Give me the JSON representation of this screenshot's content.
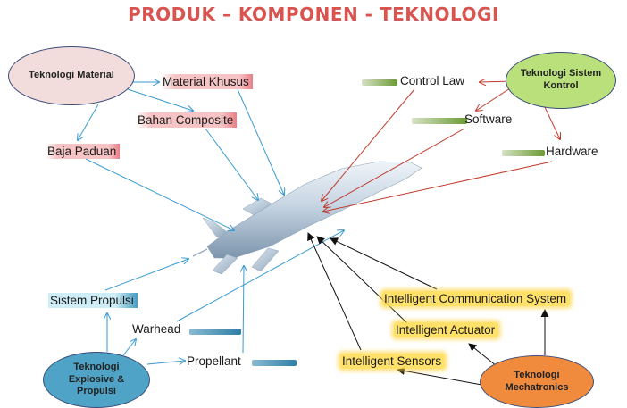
{
  "title": "PRODUK – KOMPONEN - TEKNOLOGI",
  "ovals": {
    "material": "Teknologi Material",
    "kontrol": "Teknologi Sistem Kontrol",
    "explosive": "Teknologi Explosive & Propulsi",
    "mechatronics": "Teknologi Mechatronics"
  },
  "components": {
    "material_khusus": "Material Khusus",
    "bahan_composite": "Bahan Composite",
    "baja_paduan": "Baja Paduan",
    "control_law": "Control Law",
    "software": "Software",
    "hardware": "Hardware",
    "sistem_propulsi": "Sistem Propulsi",
    "warhead": "Warhead",
    "propellant": "Propellant",
    "intelligent_communication": "Intelligent Communication System",
    "intelligent_actuator": "Intelligent Actuator",
    "intelligent_sensors": "Intelligent Sensors"
  },
  "colors": {
    "title": "#d9534f",
    "material_oval": "#f2dcdc",
    "kontrol_oval": "#b9e07a",
    "explosive_oval": "#4fa3c7",
    "mechatronics_oval": "#f08a3c",
    "blue_arrow": "#3a9bd1",
    "red_arrow": "#c0392b",
    "black_arrow": "#111111"
  }
}
